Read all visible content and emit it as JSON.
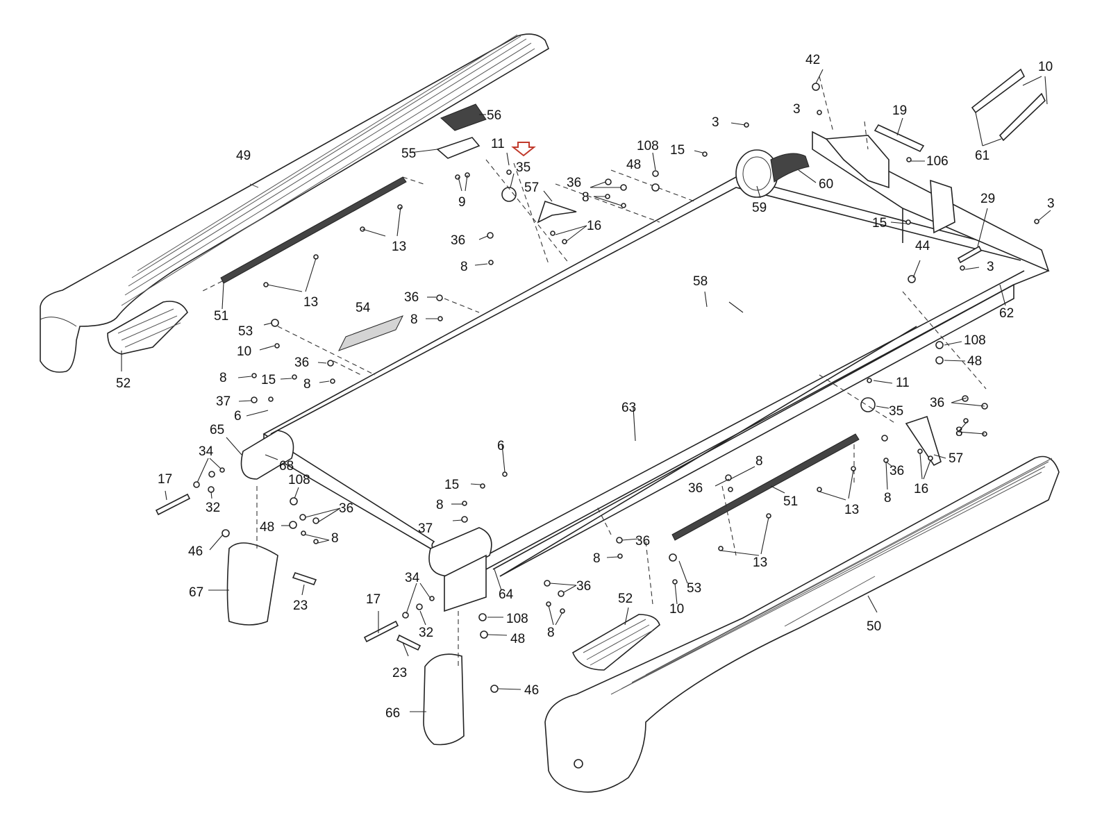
{
  "diagram": {
    "callouts": [
      {
        "id": "c49",
        "text": "49"
      },
      {
        "id": "c56",
        "text": "56"
      },
      {
        "id": "c55",
        "text": "55"
      },
      {
        "id": "c11a",
        "text": "11"
      },
      {
        "id": "c35a",
        "text": "35"
      },
      {
        "id": "c9",
        "text": "9"
      },
      {
        "id": "c57a",
        "text": "57"
      },
      {
        "id": "c36a",
        "text": "36"
      },
      {
        "id": "c8a",
        "text": "8"
      },
      {
        "id": "c16a",
        "text": "16"
      },
      {
        "id": "c13a",
        "text": "13"
      },
      {
        "id": "c13b",
        "text": "13"
      },
      {
        "id": "c51a",
        "text": "51"
      },
      {
        "id": "c52a",
        "text": "52"
      },
      {
        "id": "c36b",
        "text": "36"
      },
      {
        "id": "c8b",
        "text": "8"
      },
      {
        "id": "c36c",
        "text": "36"
      },
      {
        "id": "c8c",
        "text": "8"
      },
      {
        "id": "c54",
        "text": "54"
      },
      {
        "id": "c53a",
        "text": "53"
      },
      {
        "id": "c10a",
        "text": "10"
      },
      {
        "id": "c36d",
        "text": "36"
      },
      {
        "id": "c8d",
        "text": "8"
      },
      {
        "id": "c8e",
        "text": "8"
      },
      {
        "id": "c15a",
        "text": "15"
      },
      {
        "id": "c37a",
        "text": "37"
      },
      {
        "id": "c6a",
        "text": "6"
      },
      {
        "id": "c65",
        "text": "65"
      },
      {
        "id": "c34a",
        "text": "34"
      },
      {
        "id": "c68",
        "text": "68"
      },
      {
        "id": "c17a",
        "text": "17"
      },
      {
        "id": "c32a",
        "text": "32"
      },
      {
        "id": "c108a",
        "text": "108"
      },
      {
        "id": "c36e",
        "text": "36"
      },
      {
        "id": "c48a",
        "text": "48"
      },
      {
        "id": "c8f",
        "text": "8"
      },
      {
        "id": "c46a",
        "text": "46"
      },
      {
        "id": "c67",
        "text": "67"
      },
      {
        "id": "c23a",
        "text": "23"
      },
      {
        "id": "c42",
        "text": "42"
      },
      {
        "id": "c3a",
        "text": "3"
      },
      {
        "id": "c3b",
        "text": "3"
      },
      {
        "id": "c108b",
        "text": "108"
      },
      {
        "id": "c48b",
        "text": "48"
      },
      {
        "id": "c15b",
        "text": "15"
      },
      {
        "id": "c59",
        "text": "59"
      },
      {
        "id": "c60",
        "text": "60"
      },
      {
        "id": "c19",
        "text": "19"
      },
      {
        "id": "c106",
        "text": "106"
      },
      {
        "id": "c10b",
        "text": "10"
      },
      {
        "id": "c61",
        "text": "61"
      },
      {
        "id": "c58",
        "text": "58"
      },
      {
        "id": "c15c",
        "text": "15"
      },
      {
        "id": "c44",
        "text": "44"
      },
      {
        "id": "c29",
        "text": "29"
      },
      {
        "id": "c3c",
        "text": "3"
      },
      {
        "id": "c3d",
        "text": "3"
      },
      {
        "id": "c62",
        "text": "62"
      },
      {
        "id": "c108c",
        "text": "108"
      },
      {
        "id": "c48c",
        "text": "48"
      },
      {
        "id": "c11b",
        "text": "11"
      },
      {
        "id": "c35b",
        "text": "35"
      },
      {
        "id": "c36f",
        "text": "36"
      },
      {
        "id": "c8g",
        "text": "8"
      },
      {
        "id": "c57b",
        "text": "57"
      },
      {
        "id": "c16b",
        "text": "16"
      },
      {
        "id": "c36g",
        "text": "36"
      },
      {
        "id": "c8h",
        "text": "8"
      },
      {
        "id": "c63",
        "text": "63"
      },
      {
        "id": "c6b",
        "text": "6"
      },
      {
        "id": "c15d",
        "text": "15"
      },
      {
        "id": "c8i",
        "text": "8"
      },
      {
        "id": "c37b",
        "text": "37"
      },
      {
        "id": "c8j",
        "text": "8"
      },
      {
        "id": "c36h",
        "text": "36"
      },
      {
        "id": "c51b",
        "text": "51"
      },
      {
        "id": "c13c",
        "text": "13"
      },
      {
        "id": "c13d",
        "text": "13"
      },
      {
        "id": "c36i",
        "text": "36"
      },
      {
        "id": "c8k",
        "text": "8"
      },
      {
        "id": "c64",
        "text": "64"
      },
      {
        "id": "c36j",
        "text": "36"
      },
      {
        "id": "c8l",
        "text": "8"
      },
      {
        "id": "c52b",
        "text": "52"
      },
      {
        "id": "c53b",
        "text": "53"
      },
      {
        "id": "c10c",
        "text": "10"
      },
      {
        "id": "c34b",
        "text": "34"
      },
      {
        "id": "c17b",
        "text": "17"
      },
      {
        "id": "c32b",
        "text": "32"
      },
      {
        "id": "c108d",
        "text": "108"
      },
      {
        "id": "c48d",
        "text": "48"
      },
      {
        "id": "c23b",
        "text": "23"
      },
      {
        "id": "c46b",
        "text": "46"
      },
      {
        "id": "c66",
        "text": "66"
      },
      {
        "id": "c50",
        "text": "50"
      }
    ]
  }
}
